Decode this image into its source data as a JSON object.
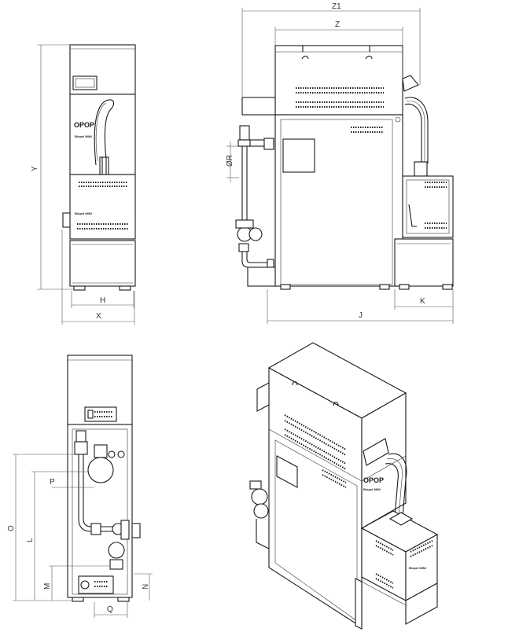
{
  "dimensions": {
    "z1": "Z1",
    "z": "Z",
    "y": "Y",
    "h": "H",
    "x": "X",
    "j": "J",
    "k": "K",
    "r": "ØR",
    "p": "P",
    "o": "O",
    "l": "L",
    "m": "M",
    "n": "N",
    "q": "Q"
  },
  "brand": {
    "logo": "OPOP",
    "model": "Biopel MINI"
  }
}
